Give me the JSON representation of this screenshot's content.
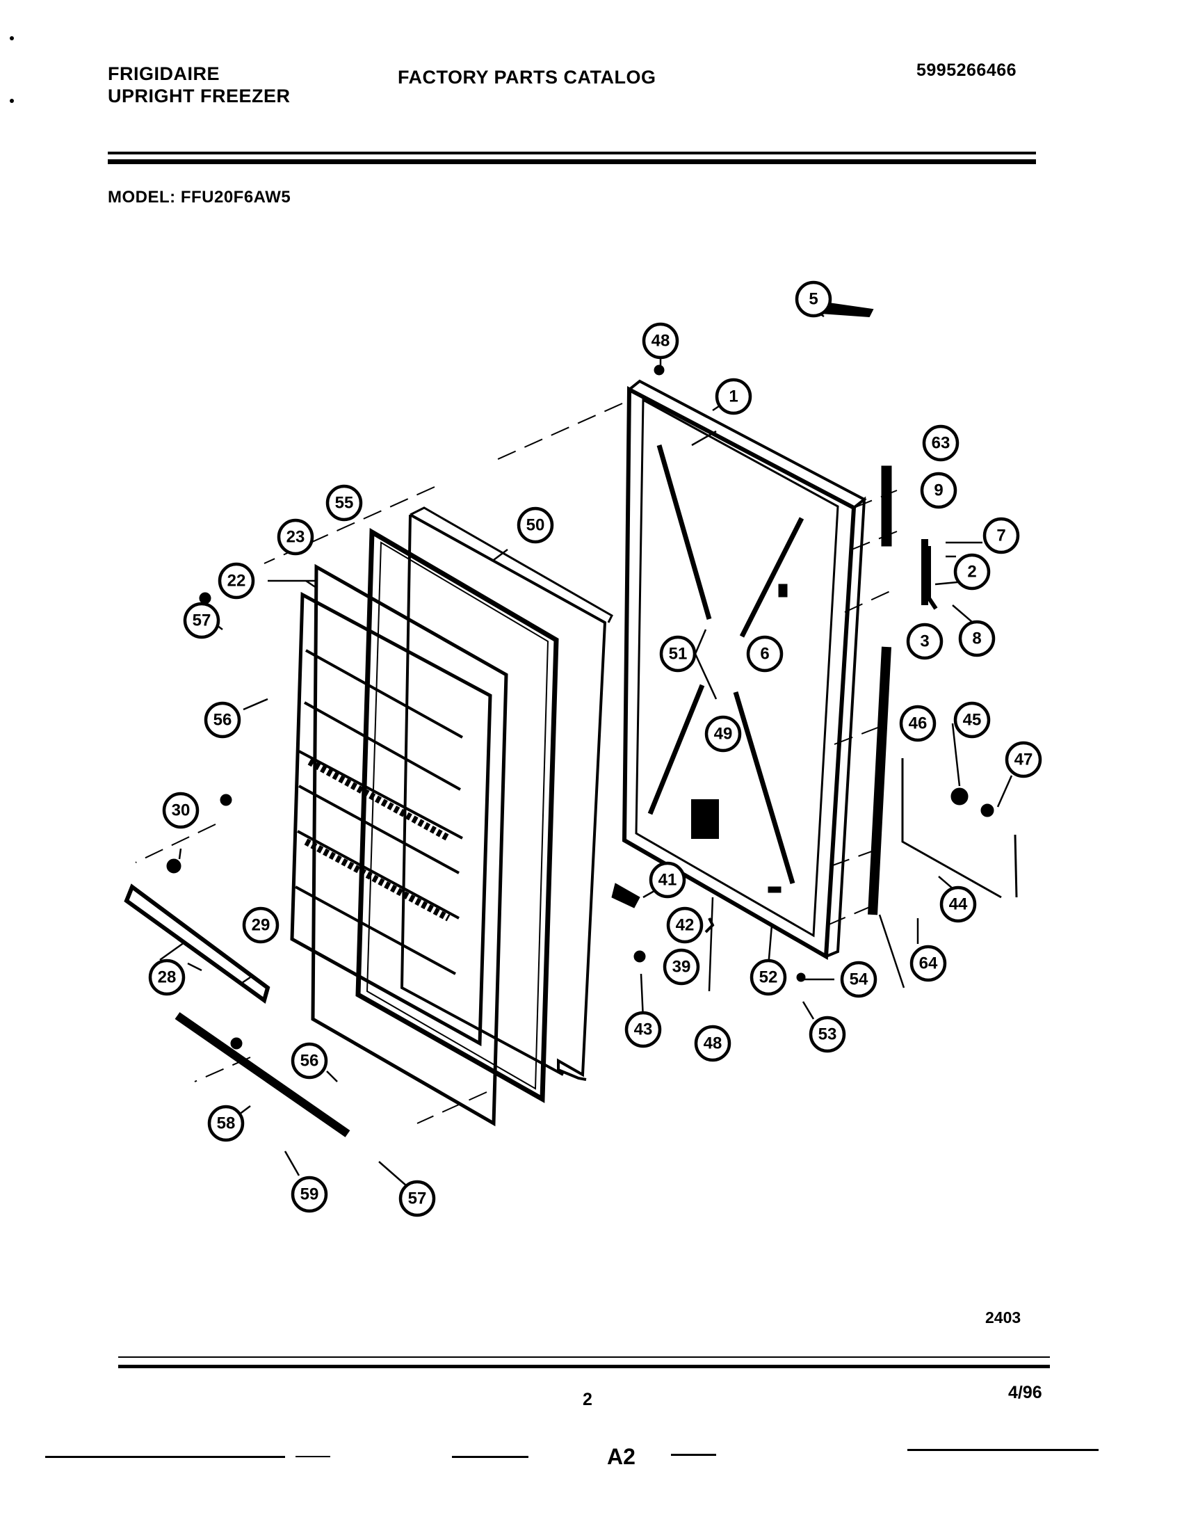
{
  "header": {
    "brand": "FRIGIDAIRE",
    "product": "UPRIGHT FREEZER",
    "title": "FACTORY PARTS CATALOG",
    "catalog_number": "5995266466",
    "model_label": "MODEL:",
    "model_number": "FFU20F6AW5"
  },
  "diagram": {
    "callouts": [
      {
        "label": "1"
      },
      {
        "label": "2"
      },
      {
        "label": "3"
      },
      {
        "label": "5"
      },
      {
        "label": "6"
      },
      {
        "label": "7"
      },
      {
        "label": "8"
      },
      {
        "label": "9"
      },
      {
        "label": "22"
      },
      {
        "label": "23"
      },
      {
        "label": "28"
      },
      {
        "label": "29"
      },
      {
        "label": "30"
      },
      {
        "label": "39"
      },
      {
        "label": "41"
      },
      {
        "label": "42"
      },
      {
        "label": "43"
      },
      {
        "label": "44"
      },
      {
        "label": "45"
      },
      {
        "label": "46"
      },
      {
        "label": "47"
      },
      {
        "label": "48"
      },
      {
        "label": "48"
      },
      {
        "label": "49"
      },
      {
        "label": "50"
      },
      {
        "label": "51"
      },
      {
        "label": "52"
      },
      {
        "label": "53"
      },
      {
        "label": "54"
      },
      {
        "label": "55"
      },
      {
        "label": "56"
      },
      {
        "label": "56"
      },
      {
        "label": "57"
      },
      {
        "label": "57"
      },
      {
        "label": "58"
      },
      {
        "label": "59"
      },
      {
        "label": "63"
      },
      {
        "label": "64"
      },
      {
        "label": "46"
      }
    ],
    "stroke_color": "#000000"
  },
  "footer": {
    "drawing_number": "2403",
    "page_number": "2",
    "date": "4/96",
    "sheet": "A2"
  }
}
